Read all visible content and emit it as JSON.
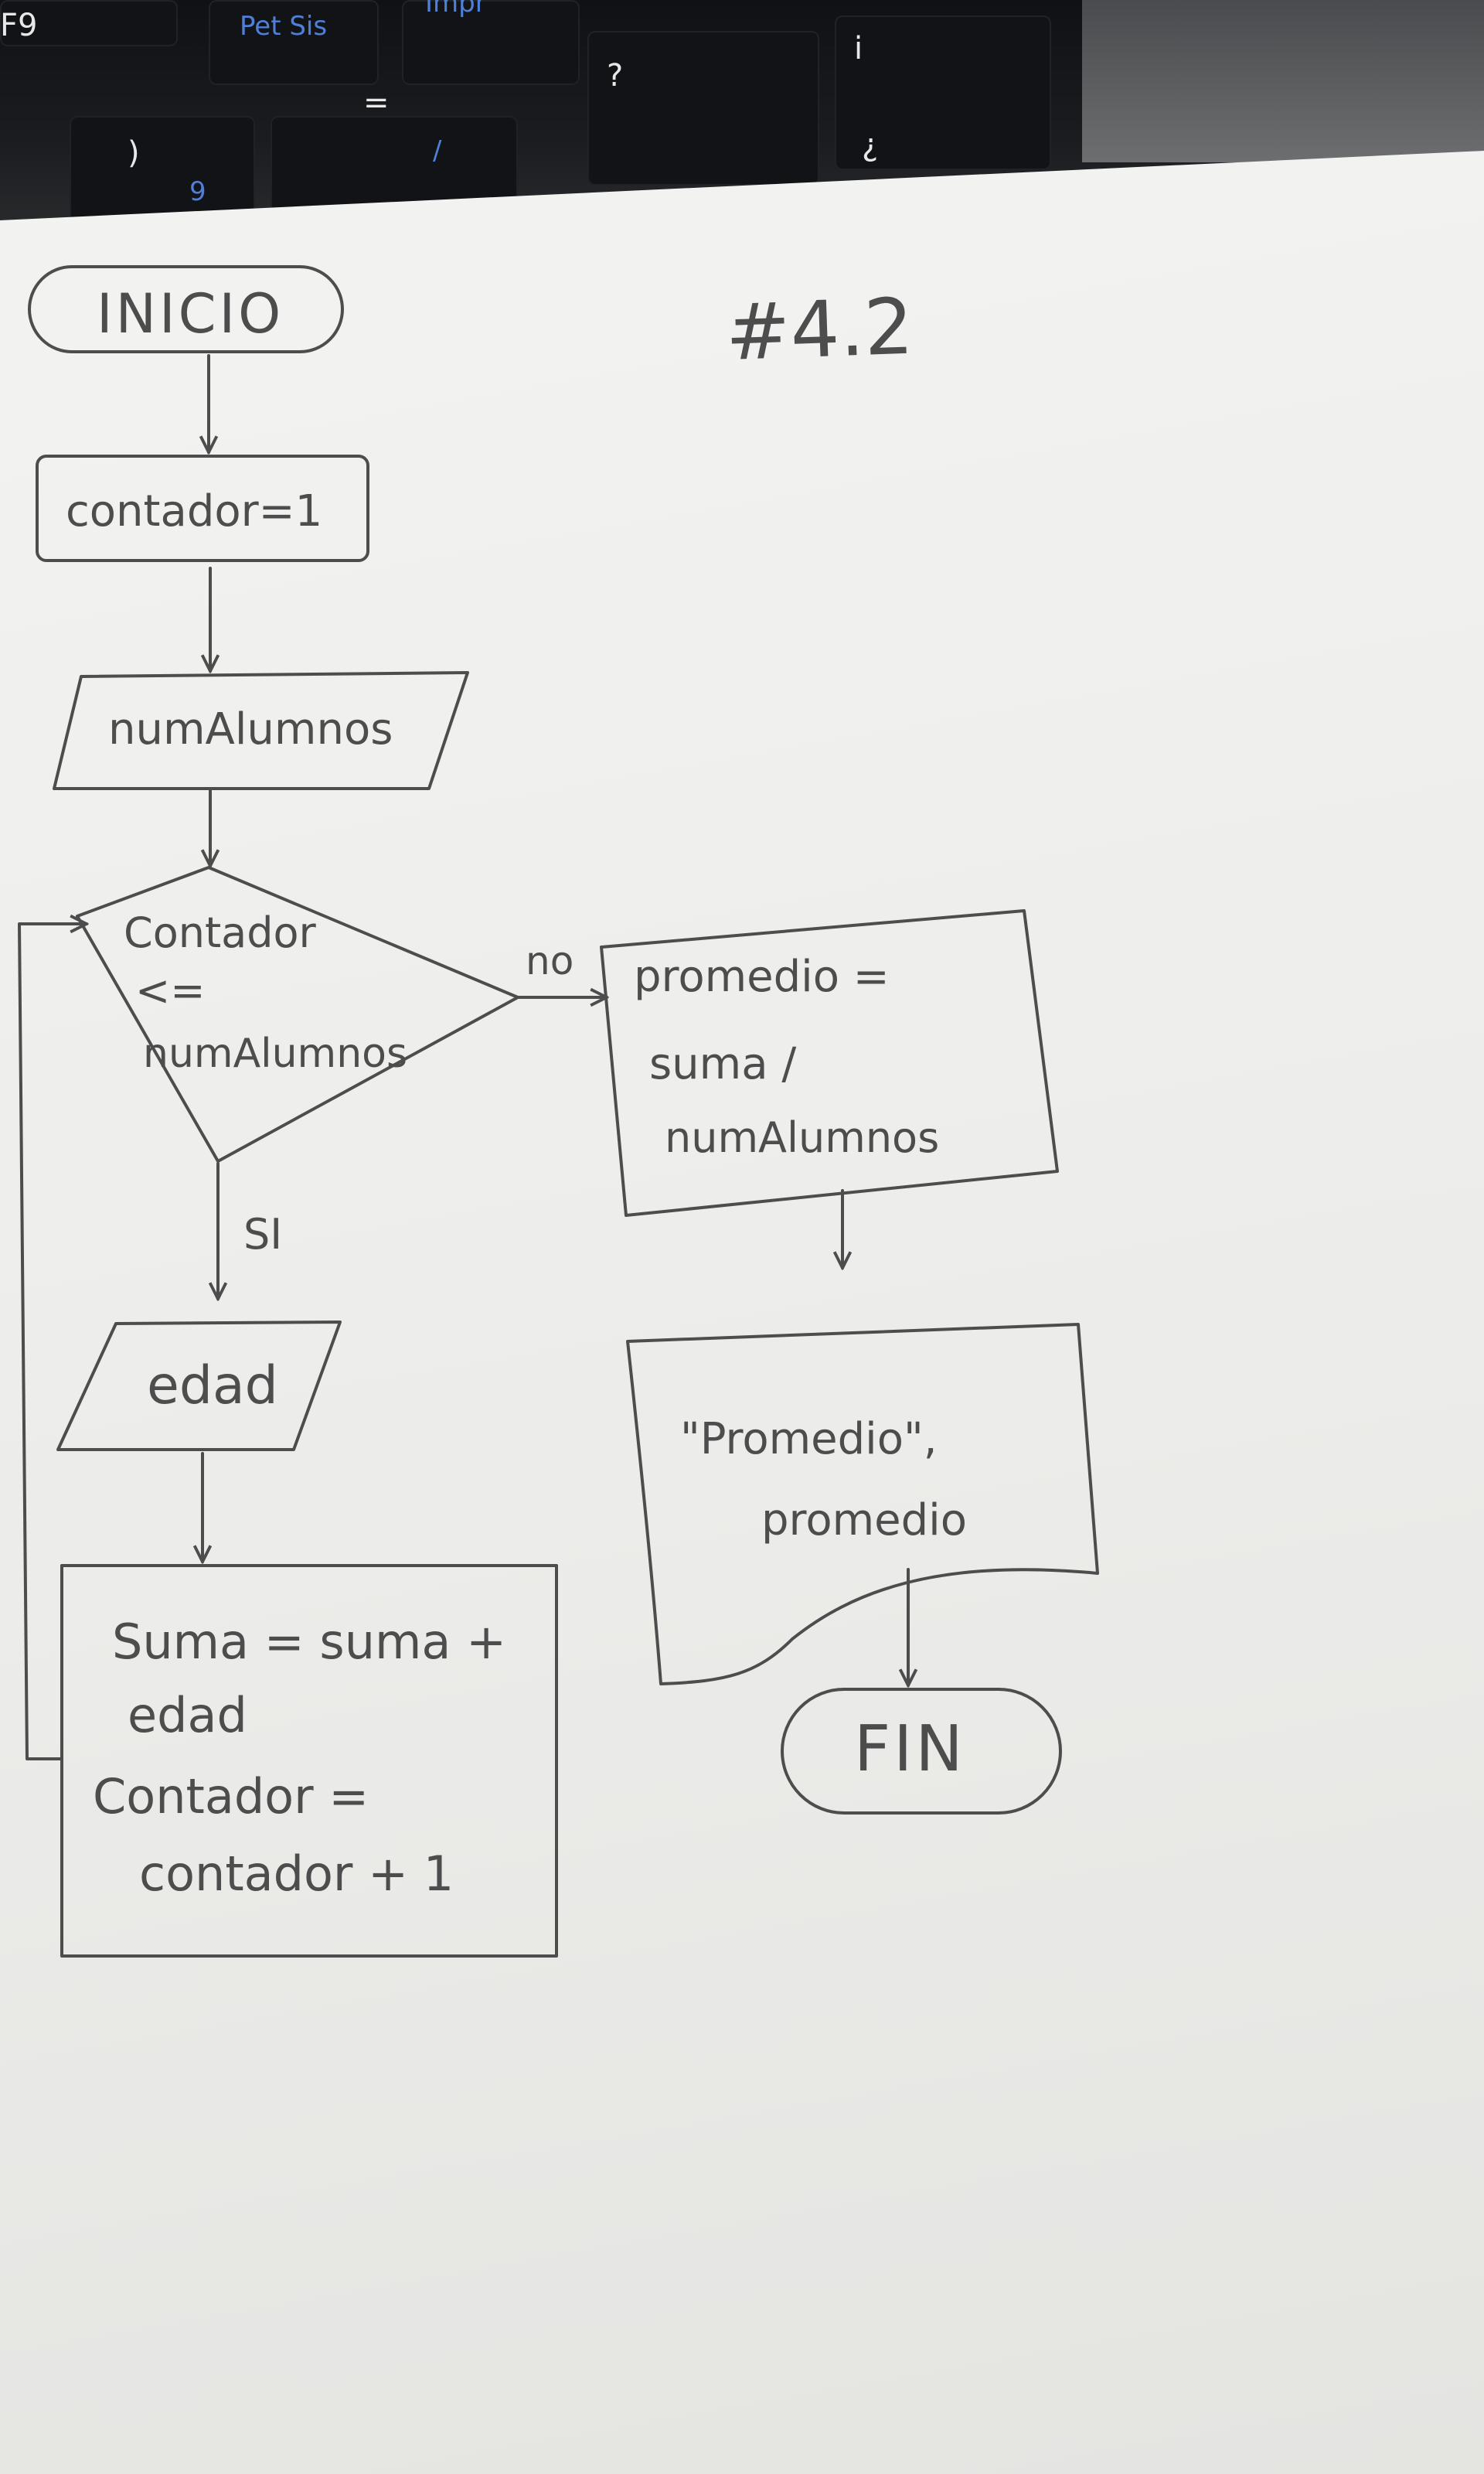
{
  "keyboard": {
    "keys": [
      "F9",
      "Pet Sis",
      "Impr",
      "=",
      "?",
      "i",
      ")",
      "9",
      "/",
      "¿"
    ]
  },
  "page_label": "#4.2",
  "flowchart": {
    "start": "INICIO",
    "init": "contador=1",
    "input_count": "numAlumnos",
    "decision": [
      "Contador",
      "<=",
      "numAlumnos"
    ],
    "branch_yes": "SI",
    "branch_no": "no",
    "input_age": "edad",
    "process": [
      "Suma = suma +",
      "edad",
      "Contador =",
      "contador + 1"
    ],
    "average": [
      "promedio =",
      "suma /",
      "numAlumnos"
    ],
    "output": [
      "\"Promedio\",",
      "promedio"
    ],
    "end": "FIN"
  },
  "colors": {
    "ink": "#4d4d4d",
    "paper": "#f0f0ee",
    "keyboard": "#15171b"
  }
}
